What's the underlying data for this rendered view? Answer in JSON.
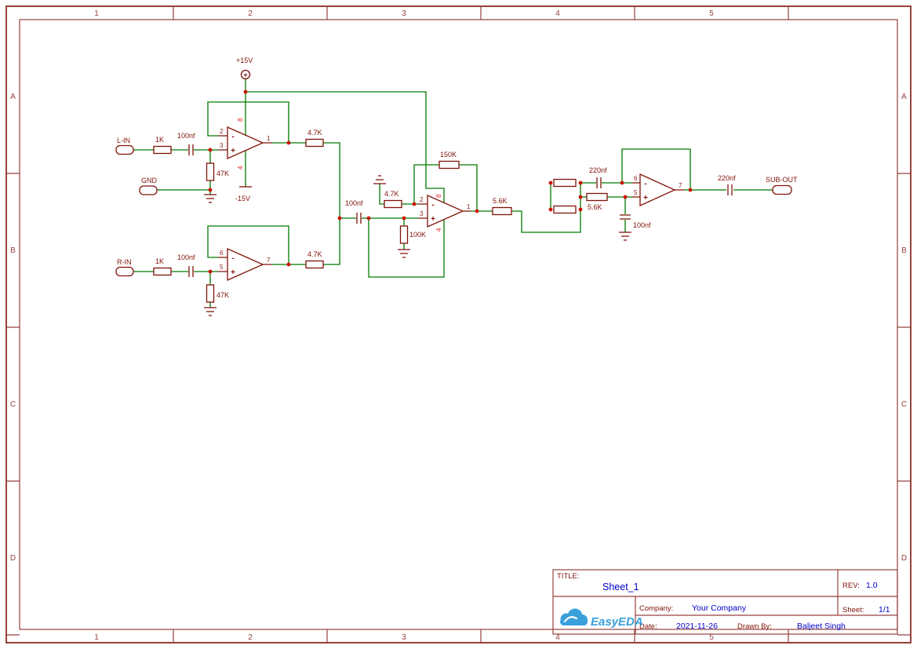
{
  "frame": {
    "columns": [
      "1",
      "2",
      "3",
      "4",
      "5"
    ],
    "rows": [
      "A",
      "B",
      "C",
      "D"
    ]
  },
  "colors": {
    "frame": "#96413D",
    "wire": "#007A00",
    "component": "#801208",
    "junction": "#CC1100",
    "value_text": "#801208",
    "title_value": "#0000CC",
    "logo_blue": "#3AA0DC"
  },
  "schematic": {
    "power": {
      "vplus": "+15V",
      "vminus": "-15V"
    },
    "ports": {
      "l_in": "L-IN",
      "gnd": "GND",
      "r_in": "R-IN",
      "sub_out": "SUB-OUT"
    },
    "values": {
      "r_l1": "1K",
      "c_l1": "100nf",
      "r_l2": "47K",
      "r_l3": "4.7K",
      "r_r1": "1K",
      "c_r1": "100nf",
      "r_r2": "47K",
      "r_r3": "4.7K",
      "c_m1": "100nf",
      "r_m1": "4.7K",
      "r_m2": "150K",
      "r_m3": "100K",
      "r_m4": "5.6K",
      "c_o1": "220nf",
      "r_o1": "5.6K",
      "c_o2": "100nf",
      "c_o3": "220nf"
    },
    "opamps": {
      "a1": {
        "inv": "2",
        "nin": "3",
        "out": "1",
        "vcc": "8",
        "vee": "4"
      },
      "a2": {
        "inv": "6",
        "nin": "5",
        "out": "7"
      },
      "a3": {
        "inv": "2",
        "nin": "3",
        "out": "1",
        "vcc": "8",
        "vee": "4"
      },
      "a4": {
        "inv": "6",
        "nin": "5",
        "out": "7"
      }
    },
    "sym": {
      "minus": "-",
      "plus": "+"
    }
  },
  "title_block": {
    "title_label": "TITLE:",
    "title": "Sheet_1",
    "rev_label": "REV:",
    "rev": "1.0",
    "company_label": "Company:",
    "company": "Your Company",
    "sheet_label": "Sheet:",
    "sheet": "1/1",
    "date_label": "Date:",
    "date": "2021-11-26",
    "drawn_label": "Drawn By:",
    "drawn_by": "Baljeet Singh",
    "logo": "EasyEDA"
  }
}
